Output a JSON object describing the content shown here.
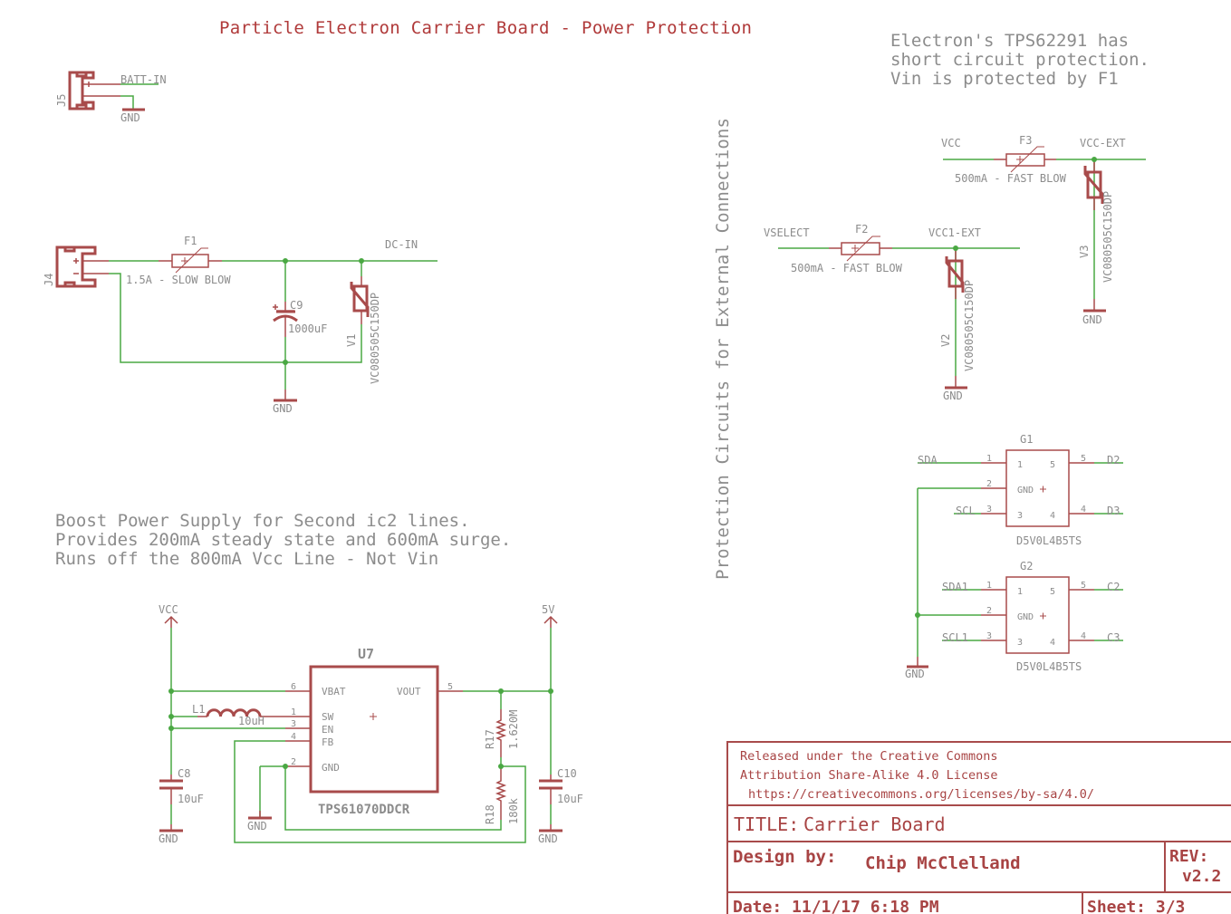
{
  "title": "Particle Electron Carrier Board - Power Protection",
  "note": [
    "Electron's TPS62291 has",
    "short circuit protection.",
    "Vin is protected by F1"
  ],
  "side_heading": "Protection Circuits for External Connections",
  "boost_note": [
    "Boost Power Supply for Second ic2 lines.",
    "Provides 200mA steady state and 600mA surge.",
    "Runs off the 800mA Vcc Line - Not Vin"
  ],
  "j5": {
    "ref": "J5",
    "net_pos": "BATT-IN",
    "net_neg": "GND"
  },
  "j4": {
    "ref": "J4",
    "fuse_ref": "F1",
    "fuse_value": "1.5A - SLOW BLOW",
    "net": "DC-IN",
    "cap_ref": "C9",
    "cap_value": "1000uF",
    "tvs_ref": "V1",
    "tvs_value": "VC080505C150DP",
    "gnd": "GND"
  },
  "f2": {
    "net_in": "VSELECT",
    "ref": "F2",
    "value": "500mA - FAST BLOW",
    "net_out": "VCC1-EXT",
    "tvs_ref": "V2",
    "tvs_value": "VC080505C150DP",
    "gnd": "GND"
  },
  "f3": {
    "net_in": "VCC",
    "ref": "F3",
    "value": "500mA - FAST BLOW",
    "net_out": "VCC-EXT",
    "tvs_ref": "V3",
    "tvs_value": "VC080505C150DP",
    "gnd": "GND"
  },
  "boost": {
    "vin": "VCC",
    "vout": "5V",
    "ref": "U7",
    "part": "TPS61070DDCR",
    "pins_left": [
      {
        "num": "6",
        "name": "VBAT"
      },
      {
        "num": "1",
        "name": "SW"
      },
      {
        "num": "3",
        "name": "EN"
      },
      {
        "num": "4",
        "name": "FB"
      },
      {
        "num": "2",
        "name": "GND"
      }
    ],
    "pin_right": {
      "num": "5",
      "name": "VOUT"
    },
    "l1_ref": "L1",
    "l1_value": "10uH",
    "c8_ref": "C8",
    "c8_value": "10uF",
    "c10_ref": "C10",
    "c10_value": "10uF",
    "r17_ref": "R17",
    "r17_value": "1.620M",
    "r18_ref": "R18",
    "r18_value": "180k",
    "gnd": "GND"
  },
  "tvs_arrays": [
    {
      "ref": "G1",
      "part": "D5V0L4B5TS",
      "in1": "SDA",
      "in3": "SCL",
      "out5": "D2",
      "out4": "D3"
    },
    {
      "ref": "G2",
      "part": "D5V0L4B5TS",
      "in1": "SDA1",
      "in3": "SCL1",
      "out5": "C2",
      "out4": "C3"
    }
  ],
  "array_pins": {
    "p1": "1",
    "p2": "2",
    "p3": "3",
    "p4": "4",
    "p5": "5",
    "gnd": "GND",
    "gnd_net": "GND"
  },
  "title_block": {
    "license": [
      "Released under the Creative Commons",
      "Attribution Share-Alike 4.0 License",
      "https://creativecommons.org/licenses/by-sa/4.0/"
    ],
    "title_label": "TITLE:",
    "title": "Carrier Board",
    "design_label": "Design by:",
    "designer": "Chip McClelland",
    "rev_label": "REV:",
    "rev": "v2.2",
    "date": "Date: 11/1/17 6:18 PM",
    "sheet": "Sheet: 3/3"
  },
  "colors": {
    "part": "#a84b4b",
    "wire": "#4aa843",
    "text": "#8c8c8c",
    "title": "#b03a3a"
  }
}
